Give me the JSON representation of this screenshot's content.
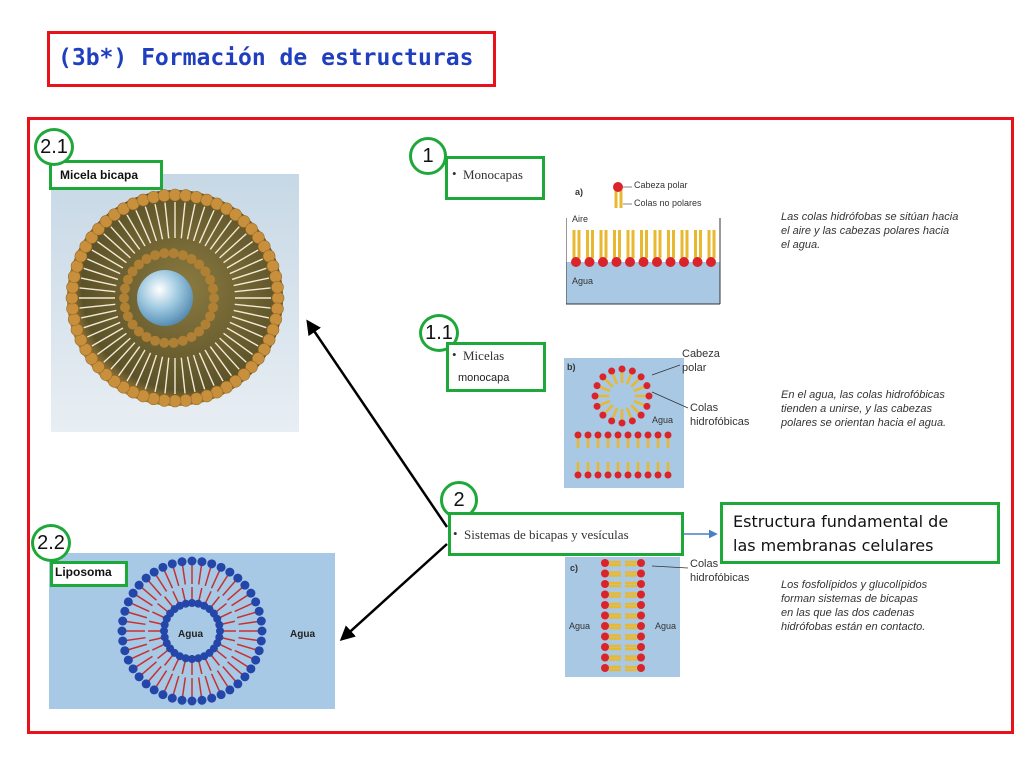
{
  "title": "(3b*) Formación de estructuras",
  "markers": {
    "m1": "1",
    "m11": "1.1",
    "m2": "2",
    "m21": "2.1",
    "m22": "2.2"
  },
  "labels": {
    "micela_bicapa": "Micela bicapa",
    "liposoma": "Liposoma",
    "monocapas": "Monocapas",
    "micelas": "Micelas",
    "micelas_sub": "monocapa",
    "sistemas": "Sistemas de bicapas y vesículas",
    "estructura_l1": "Estructura fundamental de",
    "estructura_l2": "las membranas celulares",
    "bullet": "•"
  },
  "diagram_a": {
    "letter": "a)",
    "cabeza_polar": "Cabeza polar",
    "colas_no_polares": "Colas no polares",
    "aire": "Aire",
    "agua": "Agua"
  },
  "diagram_b": {
    "letter": "b)",
    "cabeza": "Cabeza",
    "polar": "polar",
    "colas": "Colas",
    "hidrofobicas": "hidrofóbicas",
    "agua": "Agua"
  },
  "diagram_c": {
    "letter": "c)",
    "colas": "Colas",
    "hidrofobicas": "hidrofóbicas",
    "agua_left": "Agua",
    "agua_right": "Agua"
  },
  "liposome": {
    "agua_inner": "Agua",
    "agua_outer": "Agua"
  },
  "notes": {
    "a": [
      "Las colas hidrófobas se sitúan hacia",
      "el aire y las cabezas polares hacia",
      "el agua."
    ],
    "b": [
      "En el agua, las colas hidrofóbicas",
      "tienden a unirse, y las cabezas",
      "polares se orientan hacia el agua."
    ],
    "c": [
      "Los fosfolípidos y glucolípidos",
      "forman sistemas de bicapas",
      "en las que las dos cadenas",
      "hidrófobas están en contacto."
    ]
  },
  "colors": {
    "red": "#e8121b",
    "green": "#1fa83a",
    "title_blue": "#1f3fbf",
    "head_red": "#d8242a",
    "tail_yellow": "#e8b830",
    "water_blue": "#a9c8e4"
  }
}
